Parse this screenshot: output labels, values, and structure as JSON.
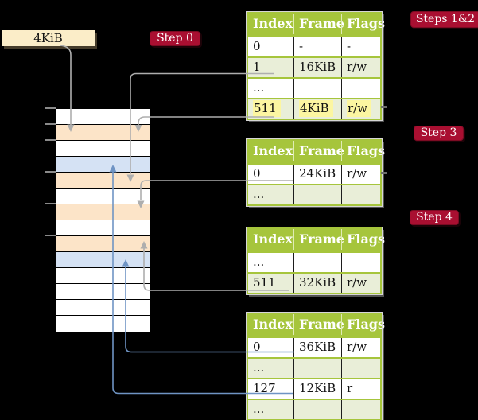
{
  "colors": {
    "cream": "#fbedc8",
    "crimson": "#a90f31",
    "olive": "#a6c53c",
    "green-row": "#e9eed8",
    "peach": "#fce4c8",
    "blue": "#d5e2f4",
    "white": "#ffffff",
    "yellow": "#fcf6a1",
    "line-gray": "#aeaeae",
    "line-blue": "#6f94c4"
  },
  "pointer_box": {
    "label": "4KiB"
  },
  "badges": {
    "step0": {
      "label": "Step 0"
    },
    "steps12": {
      "label": "Steps 1&2"
    },
    "step3": {
      "label": "Step 3"
    },
    "step4": {
      "label": "Step 4"
    }
  },
  "memory": {
    "cells": [
      "white",
      "peach",
      "white",
      "blue",
      "peach",
      "white",
      "peach",
      "white",
      "peach",
      "blue",
      "white",
      "white",
      "white",
      "white"
    ],
    "tick_ys": [
      136,
      156,
      176,
      216,
      256,
      296
    ]
  },
  "tables": [
    {
      "name": "page-table-steps-1-2",
      "headers": [
        "Index",
        "Frame",
        "Flags"
      ],
      "rows": [
        {
          "cells": [
            "0",
            "-",
            "-"
          ]
        },
        {
          "cells": [
            "1",
            "16KiB",
            "r/w"
          ]
        },
        {
          "cells": [
            "...",
            "",
            ""
          ]
        },
        {
          "cells": [
            "511",
            "4KiB",
            "r/w"
          ],
          "highlighted": true
        }
      ]
    },
    {
      "name": "page-table-step-3",
      "headers": [
        "Index",
        "Frame",
        "Flags"
      ],
      "rows": [
        {
          "cells": [
            "0",
            "24KiB",
            "r/w"
          ]
        },
        {
          "cells": [
            "...",
            "",
            ""
          ]
        }
      ]
    },
    {
      "name": "page-table-step-4",
      "headers": [
        "Index",
        "Frame",
        "Flags"
      ],
      "rows": [
        {
          "cells": [
            "...",
            "",
            ""
          ]
        },
        {
          "cells": [
            "511",
            "32KiB",
            "r/w"
          ]
        }
      ]
    },
    {
      "name": "page-table-final",
      "headers": [
        "Index",
        "Frame",
        "Flags"
      ],
      "rows": [
        {
          "cells": [
            "0",
            "36KiB",
            "r/w"
          ]
        },
        {
          "cells": [
            "...",
            "",
            ""
          ]
        },
        {
          "cells": [
            "127",
            "12KiB",
            "r"
          ]
        },
        {
          "cells": [
            "...",
            "",
            ""
          ]
        }
      ]
    }
  ]
}
